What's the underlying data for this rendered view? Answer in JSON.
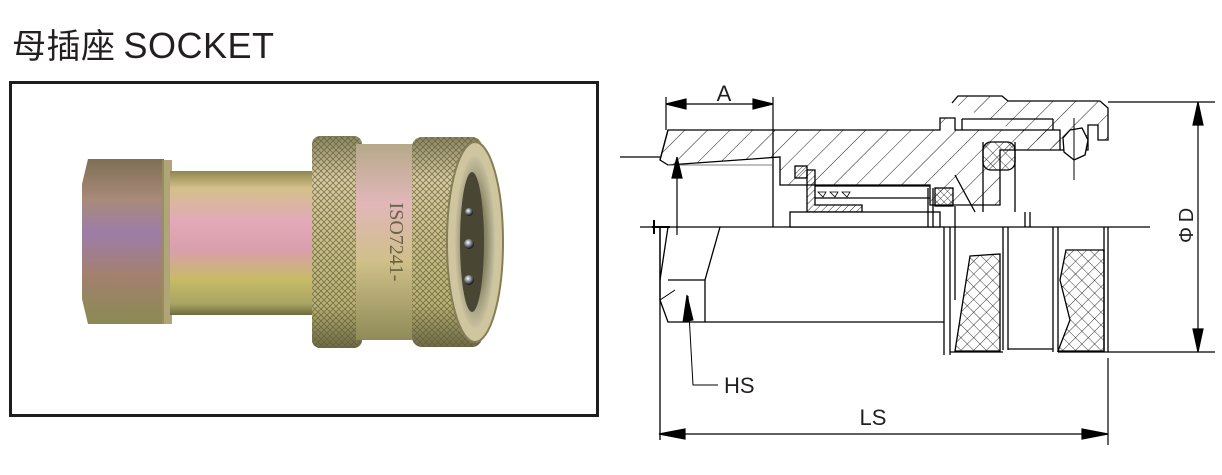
{
  "header": {
    "title_cn": "母插座",
    "title_en": "SOCKET"
  },
  "photo": {
    "subject": "hydraulic quick coupler female socket (yellow zinc plated)",
    "sleeve_marking": "ISO7241-",
    "colors": {
      "frame_border": "#1e1c1d",
      "metal_gold": "#c9b56a",
      "metal_pink": "#d79aa8",
      "metal_shadow": "#6f6a3e"
    }
  },
  "drawing": {
    "view": "half-section technical drawing",
    "dimensions": {
      "a_label": "A",
      "d_symbol": "Φ",
      "d_label": "D",
      "hs_label": "HS",
      "ls_label": "LS"
    },
    "colors": {
      "line": "#000000",
      "text": "#231f20"
    }
  }
}
